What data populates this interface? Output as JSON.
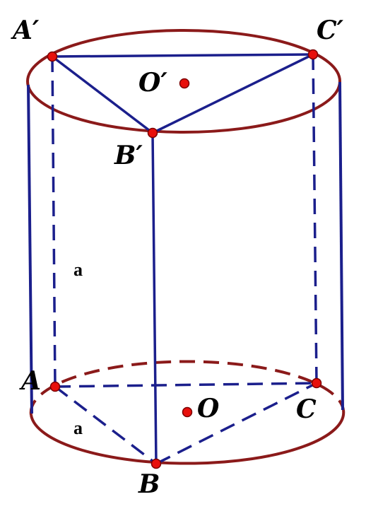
{
  "colors": {
    "circle": "#8B1A1A",
    "segment": "#1B1F8C",
    "point_fill": "#E8100C",
    "point_stroke": "#7A0000",
    "label": "#000000"
  },
  "labels": {
    "A_top": "A′",
    "C_top": "C′",
    "O_top": "O′",
    "B_top": "B′",
    "A": "A",
    "O": "O",
    "C": "C",
    "B": "B",
    "side_height": "a",
    "side_base": "a"
  }
}
